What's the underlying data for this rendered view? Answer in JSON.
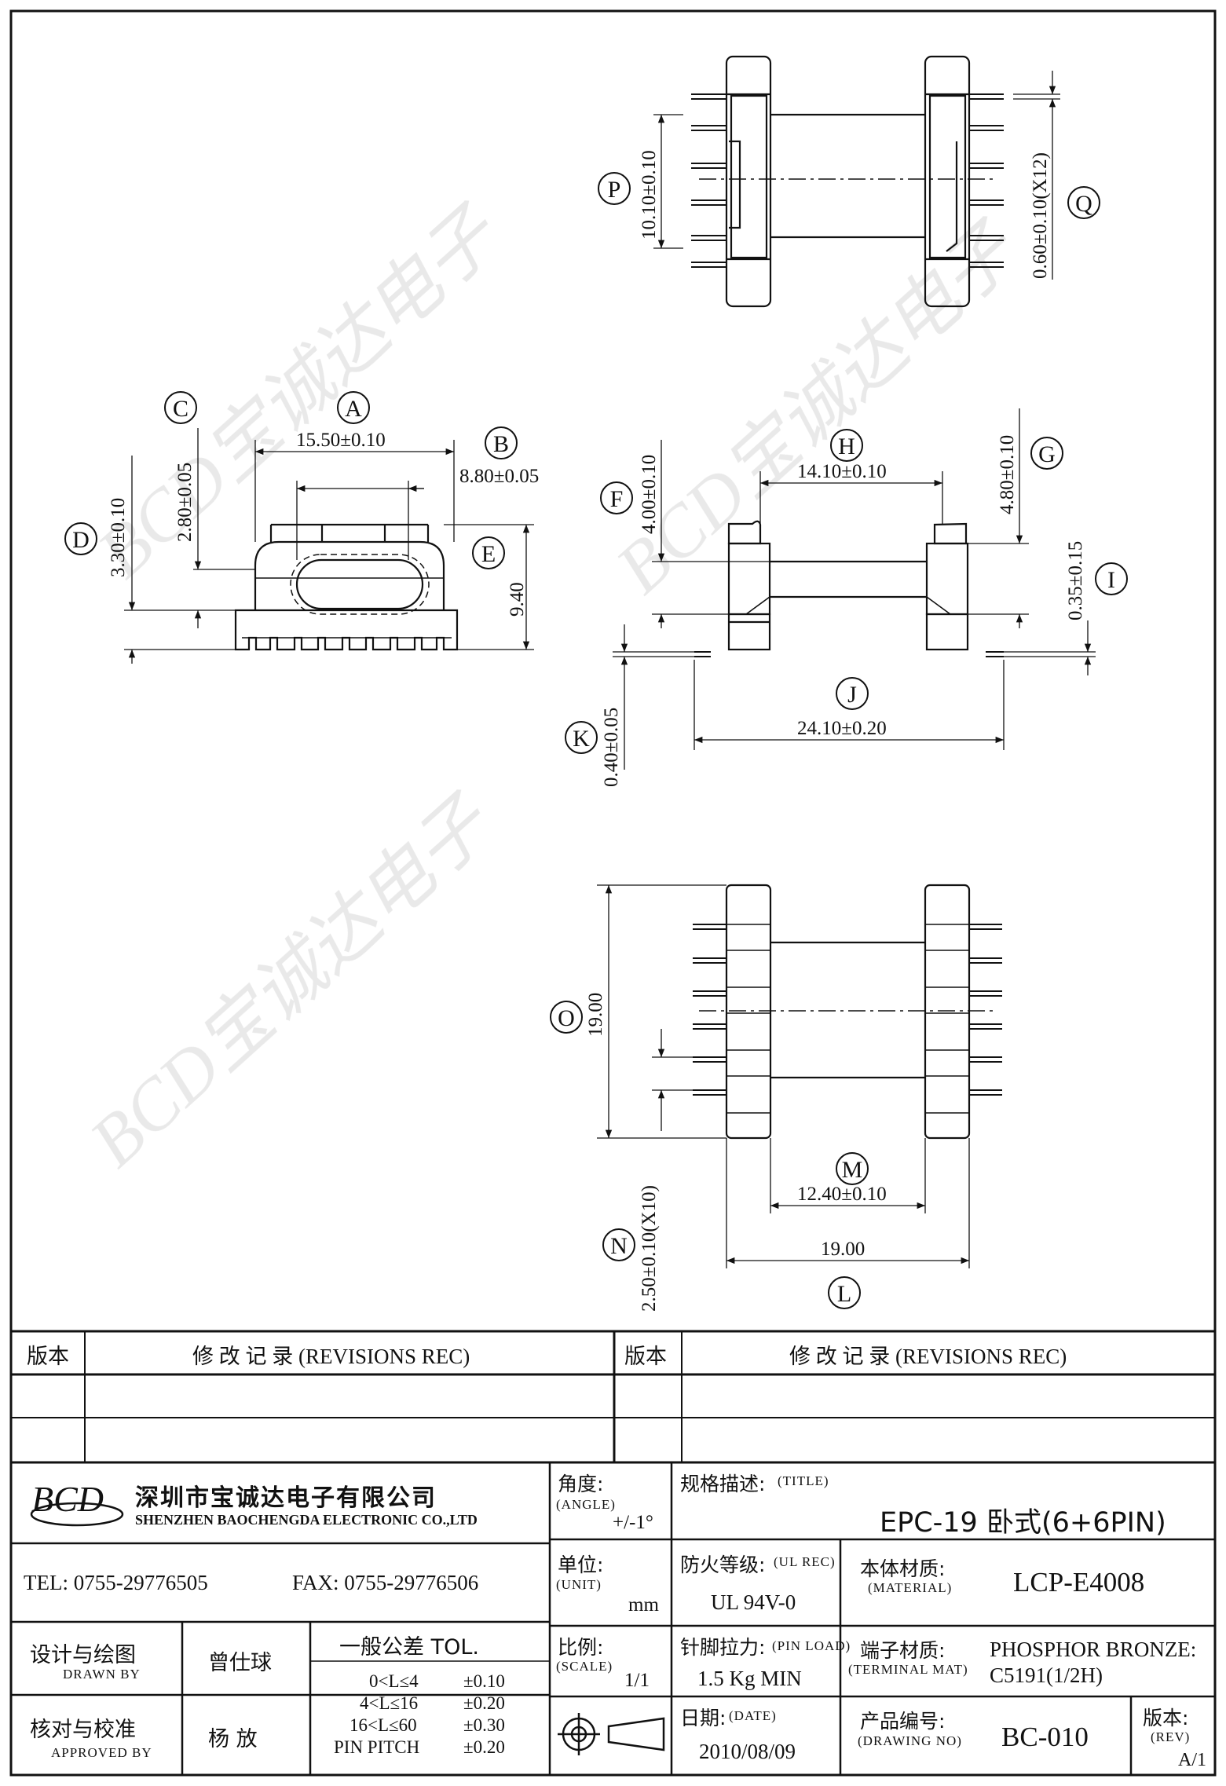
{
  "drawing": {
    "labels": {
      "A": "A",
      "B": "B",
      "C": "C",
      "D": "D",
      "E": "E",
      "F": "F",
      "G": "G",
      "H": "H",
      "I": "I",
      "J": "J",
      "K": "K",
      "L": "L",
      "M": "M",
      "N": "N",
      "O": "O",
      "P": "P",
      "Q": "Q"
    },
    "dims": {
      "A": "15.50±0.10",
      "B": "8.80±0.05",
      "C": "2.80±0.05",
      "D": "3.30±0.10",
      "E": "9.40",
      "F": "4.00±0.10",
      "G": "4.80±0.10",
      "H": "14.10±0.10",
      "I": "0.35±0.15",
      "J": "24.10±0.20",
      "K": "0.40±0.05",
      "L": "19.00",
      "M": "12.40±0.10",
      "N": "2.50±0.10(X10)",
      "O": "19.00",
      "P": "10.10±0.10",
      "Q": "0.60±0.10(X12)"
    },
    "watermark": "BCD宝诚达电子"
  },
  "revisions": {
    "ver_label": "版本",
    "rec_label": "修 改 记 录  (REVISIONS REC)"
  },
  "company": {
    "logo": "BCD",
    "name_cn": "深圳市宝诚达电子有限公司",
    "name_en": "SHENZHEN BAOCHENGDA ELECTRONIC CO.,LTD",
    "tel": "TEL: 0755-29776505",
    "fax": "FAX: 0755-29776506"
  },
  "fields": {
    "angle_label": "角度:",
    "angle_en": "(ANGLE)",
    "angle_value": "+/-1°",
    "unit_label": "单位:",
    "unit_en": "(UNIT)",
    "unit_value": "mm",
    "scale_label": "比例:",
    "scale_en": "(SCALE)",
    "scale_value": "1/1",
    "title_label": "规格描述:",
    "title_en": "(TITLE)",
    "title_value": "EPC-19 卧式(6+6PIN)",
    "fire_label": "防火等级:",
    "fire_en": "(UL REC)",
    "fire_value": "UL 94V-0",
    "material_label": "本体材质:",
    "material_en": "(MATERIAL)",
    "material_value": "LCP-E4008",
    "pinload_label": "针脚拉力:",
    "pinload_en": "(PIN LOAD)",
    "pinload_value": "1.5 Kg MIN",
    "terminal_label": "端子材质:",
    "terminal_en": "(TERMINAL MAT)",
    "terminal_value1": "PHOSPHOR BRONZE:",
    "terminal_value2": "C5191(1/2H)",
    "date_label": "日期:",
    "date_en": "(DATE)",
    "date_value": "2010/08/09",
    "dwgno_label": "产品编号:",
    "dwgno_en": "(DRAWING NO)",
    "dwgno_value": "BC-010",
    "rev_label": "版本:",
    "rev_en": "(REV)",
    "rev_value": "A/1",
    "drawn_label": "设计与绘图",
    "drawn_en": "DRAWN BY",
    "drawn_value": "曾仕球",
    "approved_label": "核对与校准",
    "approved_en": "APPROVED BY",
    "approved_value": "杨  放",
    "tol_title": "一般公差 TOL.",
    "tol": [
      {
        "range": "0<L≤4",
        "value": "±0.10"
      },
      {
        "range": "4<L≤16",
        "value": "±0.20"
      },
      {
        "range": "16<L≤60",
        "value": "±0.30"
      },
      {
        "range": "PIN PITCH",
        "value": "±0.20"
      }
    ]
  }
}
